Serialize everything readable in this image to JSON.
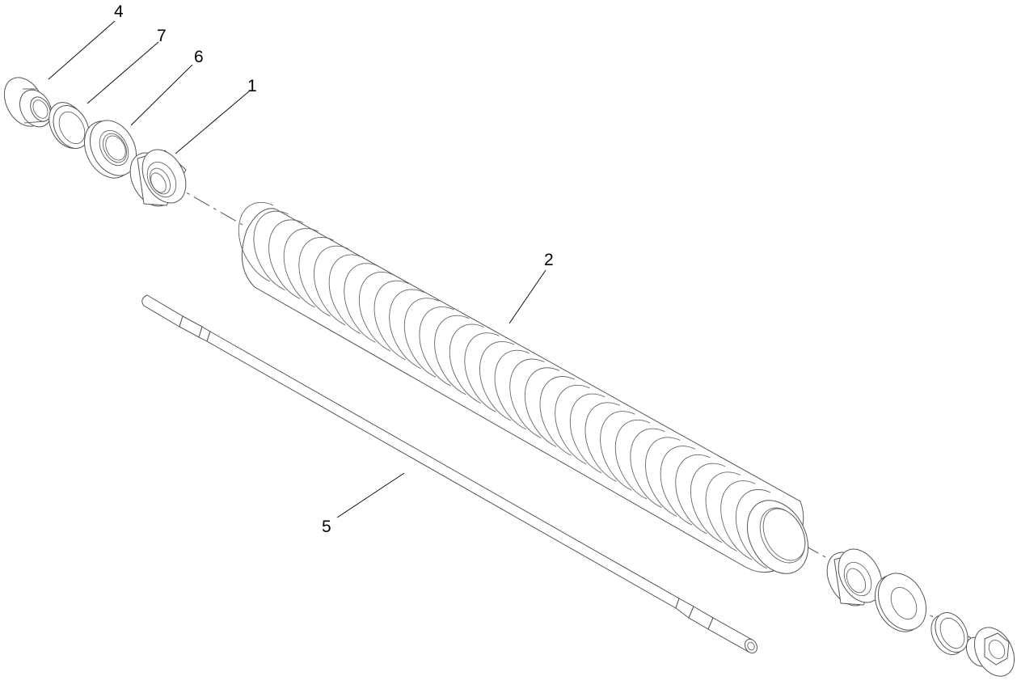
{
  "diagram": {
    "type": "exploded-parts-view",
    "subject": "roller assembly",
    "background": "#ffffff",
    "line_color": "#555555",
    "callouts": [
      {
        "id": "1",
        "text": "1",
        "part": "bearing (left)"
      },
      {
        "id": "2",
        "text": "2",
        "part": "grooved roller tube"
      },
      {
        "id": "4",
        "text": "4",
        "part": "flanged bushing / nut (left)"
      },
      {
        "id": "5",
        "text": "5",
        "part": "roller shaft"
      },
      {
        "id": "6",
        "text": "6",
        "part": "seal"
      },
      {
        "id": "7",
        "text": "7",
        "part": "spacer ring"
      }
    ],
    "right_end_parts": [
      "bearing",
      "seal",
      "spacer ring",
      "hex flange nut"
    ]
  }
}
